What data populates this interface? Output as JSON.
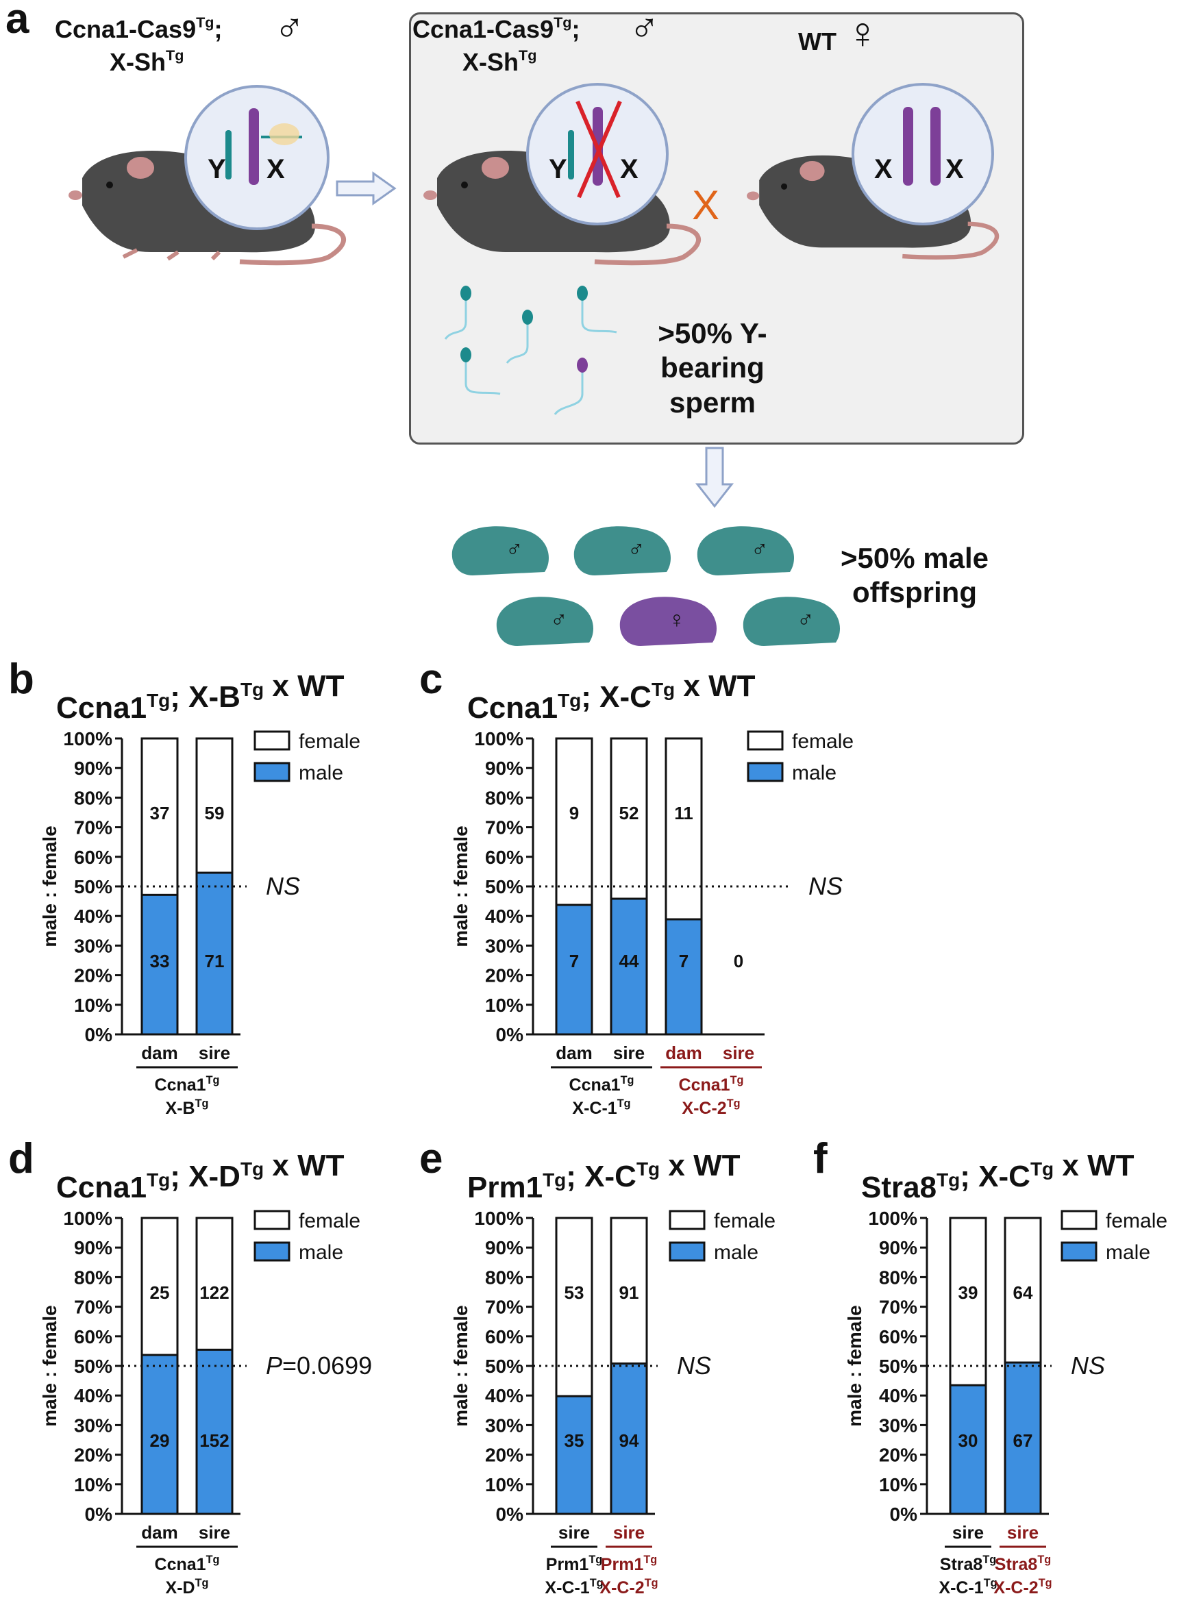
{
  "panel_a": {
    "letter": "a",
    "donor": {
      "line1": "Ccna1-Cas9",
      "line1_sup": "Tg",
      "line1_end": ";",
      "line2": "X-Sh",
      "line2_sup": "Tg",
      "sex": "♂",
      "chrom_y": "Y",
      "chrom_x": "X"
    },
    "cross": {
      "male": {
        "line1": "Ccna1-Cas9",
        "line1_sup": "Tg",
        "line1_end": ";",
        "line2": "X-Sh",
        "line2_sup": "Tg",
        "sex": "♂",
        "chrom_y": "Y",
        "chrom_x": "X"
      },
      "cross_symbol": "X",
      "female": {
        "label": "WT",
        "sex": "♀",
        "chrom_1": "X",
        "chrom_2": "X"
      },
      "sperm_note": ">50% Y-bearing sperm"
    },
    "offspring": {
      "note": ">50% male offspring",
      "pups": [
        {
          "sex": "♂",
          "color": "#3f8f8c"
        },
        {
          "sex": "♂",
          "color": "#3f8f8c"
        },
        {
          "sex": "♂",
          "color": "#3f8f8c"
        },
        {
          "sex": "♂",
          "color": "#3f8f8c"
        },
        {
          "sex": "♀",
          "color": "#7a4fa0"
        },
        {
          "sex": "♂",
          "color": "#3f8f8c"
        }
      ]
    },
    "colors": {
      "mouse": "#4a4a4a",
      "y_chrom": "#1c8a8c",
      "x_chrom": "#7d3f98",
      "red_cross": "#d9222a",
      "box_bg": "#f0f0f0"
    }
  },
  "colors": {
    "male": "#3d8fe0",
    "female": "#ffffff",
    "dark_red": "#8b1a1a",
    "outline": "#111111"
  },
  "legend": {
    "female": "female",
    "male": "male"
  },
  "ylabel": "male : female",
  "yticks": [
    "0%",
    "10%",
    "20%",
    "30%",
    "40%",
    "50%",
    "60%",
    "70%",
    "80%",
    "90%",
    "100%"
  ],
  "chart_data": [
    {
      "type": "bar",
      "letter": "b",
      "title": "Ccna1",
      "title_sup": "Tg",
      "title_mid": "; X-B",
      "title_sup2": "Tg",
      "title_end": " x WT",
      "ylabel": "male : female",
      "ylim": [
        0,
        100
      ],
      "categories": [
        "dam",
        "sire"
      ],
      "series": [
        {
          "name": "male",
          "values": [
            33,
            71
          ]
        },
        {
          "name": "female",
          "values": [
            37,
            59
          ]
        }
      ],
      "groups": [
        {
          "line1": "Ccna1",
          "line1_sup": "Tg",
          "line2": "X-B",
          "line2_sup": "Tg",
          "color": "#111111",
          "span": [
            0,
            1
          ]
        }
      ],
      "annotation": "NS"
    },
    {
      "type": "bar",
      "letter": "c",
      "title": "Ccna1",
      "title_sup": "Tg",
      "title_mid": "; X-C",
      "title_sup2": "Tg",
      "title_end": " x WT",
      "ylabel": "male : female",
      "ylim": [
        0,
        100
      ],
      "categories": [
        "dam",
        "sire",
        "dam",
        "sire"
      ],
      "series": [
        {
          "name": "male",
          "values": [
            7,
            44,
            7,
            0
          ]
        },
        {
          "name": "female",
          "values": [
            9,
            52,
            11,
            0
          ]
        }
      ],
      "groups": [
        {
          "line1": "Ccna1",
          "line1_sup": "Tg",
          "line2": "X-C-1",
          "line2_sup": "Tg",
          "color": "#111111",
          "span": [
            0,
            1
          ]
        },
        {
          "line1": "Ccna1",
          "line1_sup": "Tg",
          "line2": "X-C-2",
          "line2_sup": "Tg",
          "color": "#8b1a1a",
          "span": [
            2,
            3
          ]
        }
      ],
      "annotation": "NS"
    },
    {
      "type": "bar",
      "letter": "d",
      "title": "Ccna1",
      "title_sup": "Tg",
      "title_mid": "; X-D",
      "title_sup2": "Tg",
      "title_end": " x WT",
      "ylabel": "male : female",
      "ylim": [
        0,
        100
      ],
      "categories": [
        "dam",
        "sire"
      ],
      "series": [
        {
          "name": "male",
          "values": [
            29,
            152
          ]
        },
        {
          "name": "female",
          "values": [
            25,
            122
          ]
        }
      ],
      "groups": [
        {
          "line1": "Ccna1",
          "line1_sup": "Tg",
          "line2": "X-D",
          "line2_sup": "Tg",
          "color": "#111111",
          "span": [
            0,
            1
          ]
        }
      ],
      "annotation_italic": "P",
      "annotation": "=0.0699"
    },
    {
      "type": "bar",
      "letter": "e",
      "title": "Prm1",
      "title_sup": "Tg",
      "title_mid": "; X-C",
      "title_sup2": "Tg",
      "title_end": " x WT",
      "ylabel": "male : female",
      "ylim": [
        0,
        100
      ],
      "categories": [
        "sire",
        "sire"
      ],
      "series": [
        {
          "name": "male",
          "values": [
            35,
            94
          ]
        },
        {
          "name": "female",
          "values": [
            53,
            91
          ]
        }
      ],
      "groups": [
        {
          "line1": "Prm1",
          "line1_sup": "Tg",
          "line2": "X-C-1",
          "line2_sup": "Tg",
          "color": "#111111",
          "span": [
            0,
            0
          ]
        },
        {
          "line1": "Prm1",
          "line1_sup": "Tg",
          "line2": "X-C-2",
          "line2_sup": "Tg",
          "color": "#8b1a1a",
          "span": [
            1,
            1
          ]
        }
      ],
      "annotation": "NS"
    },
    {
      "type": "bar",
      "letter": "f",
      "title": "Stra8",
      "title_sup": "Tg",
      "title_mid": "; X-C",
      "title_sup2": "Tg",
      "title_end": " x WT",
      "ylabel": "male : female",
      "ylim": [
        0,
        100
      ],
      "categories": [
        "sire",
        "sire"
      ],
      "series": [
        {
          "name": "male",
          "values": [
            30,
            67
          ]
        },
        {
          "name": "female",
          "values": [
            39,
            64
          ]
        }
      ],
      "groups": [
        {
          "line1": "Stra8",
          "line1_sup": "Tg",
          "line2": "X-C-1",
          "line2_sup": "Tg",
          "color": "#111111",
          "span": [
            0,
            0
          ]
        },
        {
          "line1": "Stra8",
          "line1_sup": "Tg",
          "line2": "X-C-2",
          "line2_sup": "Tg",
          "color": "#8b1a1a",
          "span": [
            1,
            1
          ]
        }
      ],
      "annotation": "NS"
    }
  ]
}
